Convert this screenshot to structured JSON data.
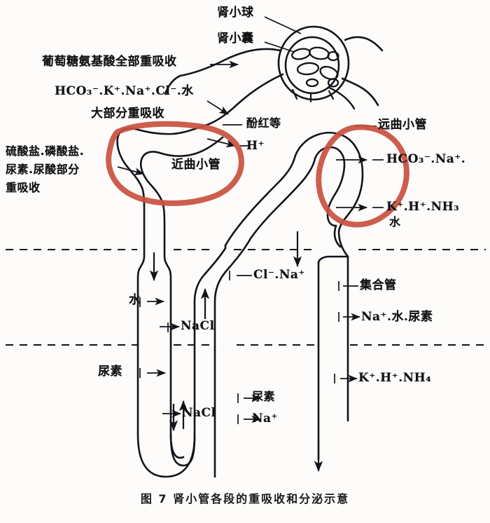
{
  "figure": {
    "caption": "图 7    肾小管各段的重吸收和分泌示意",
    "ink_color": "#14121a",
    "highlight_color": "#c9503f",
    "background": "#fdfcfa"
  },
  "labels": {
    "glomerulus": "肾小球",
    "bowman_capsule": "肾小囊",
    "glucose_aminoacid": "葡萄糖氨基酸全部重吸收",
    "bicarb_line": "HCO₃⁻.K⁺.Na⁺.Cl⁻.水",
    "mostly_reabsorbed": "大部分重吸收",
    "sulfate_phosphate": "硫酸盐.磷酸盐.",
    "urea_uricacid": "尿素.尿酸部分",
    "reabsorbed": "重吸收",
    "proximal_tubule": "近曲小管",
    "phenol_red": "酚红等",
    "h_ion": "H⁺",
    "distal_tubule": "远曲小管",
    "distal_secrete_1": "HCO₃⁻.Na⁺.",
    "distal_secrete_2": "K⁺.H⁺.NH₃",
    "water_right": "水",
    "water_left": "水",
    "nacl_upper": "NaCl",
    "cl_na": "Cl⁻.Na⁺",
    "collecting_duct": "集合管",
    "na_water_urea": "Na⁺.水.尿素",
    "urea_left": "尿素",
    "nacl_lower": "NaCl",
    "urea_mid": "尿素",
    "na_mid": "Na⁺",
    "k_h_nh4": "K⁺.H⁺.NH₄"
  },
  "regions": {
    "cortex": "renal-cortex",
    "outer_medulla": "outer-medulla",
    "inner_medulla": "inner-medulla"
  },
  "annotations": {
    "circle_proximal": "red-circle-proximal-tubule",
    "circle_distal": "red-circle-distal-tubule"
  }
}
